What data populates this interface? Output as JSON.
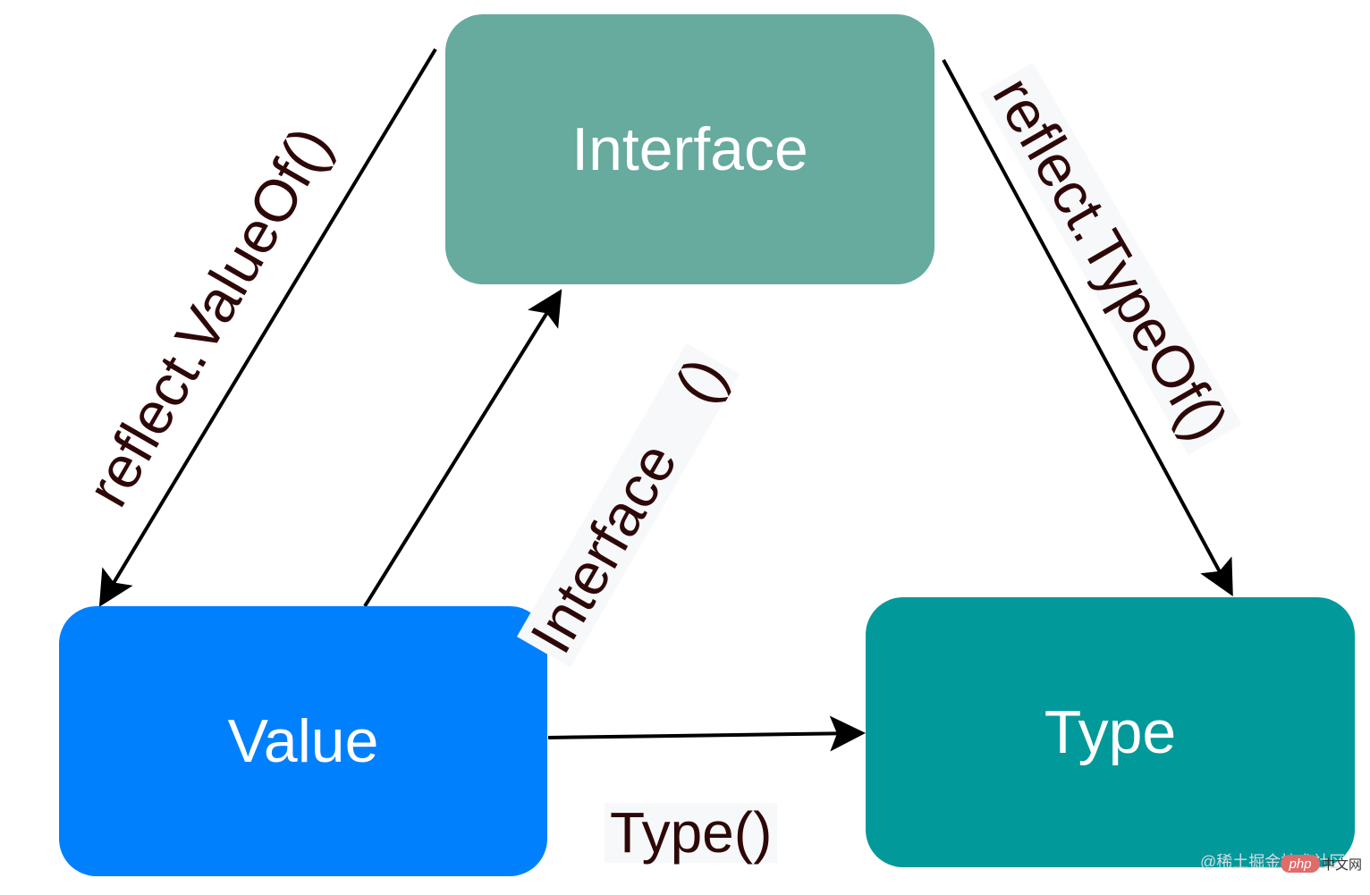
{
  "nodes": {
    "interface": {
      "label": "Interface",
      "color": "#67aa9e"
    },
    "value": {
      "label": "Value",
      "color": "#0180fe"
    },
    "type": {
      "label": "Type",
      "color": "#02999a"
    }
  },
  "edges": [
    {
      "from": "interface",
      "to": "value",
      "label": "reflect.ValueOf()"
    },
    {
      "from": "interface",
      "to": "type",
      "label": "reflect.TypeOf()"
    },
    {
      "from": "value",
      "to": "interface",
      "label": "Interface　()"
    },
    {
      "from": "value",
      "to": "type",
      "label": "Type()"
    }
  ],
  "watermark": {
    "text": "@稀土掘金技术社区",
    "badge": "php",
    "site": "中文网"
  }
}
